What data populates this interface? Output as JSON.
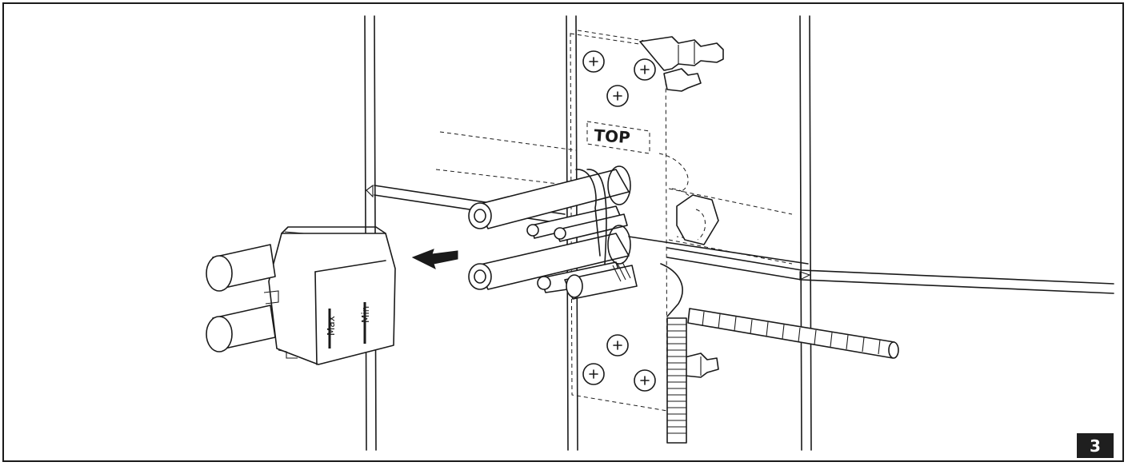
{
  "labels": {
    "top": "TOP",
    "max": "Max",
    "min": "Min"
  },
  "figure_number": "3",
  "icons": [
    "screw-icon",
    "arrow-left-icon"
  ],
  "colors": {
    "line": "#1a1a1a",
    "badge": "#1f1f1f",
    "background": "#ffffff"
  }
}
